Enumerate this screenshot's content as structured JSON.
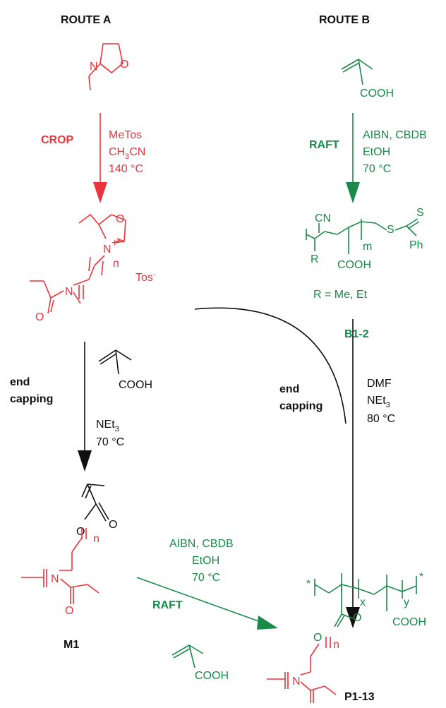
{
  "headers": {
    "route_a": "ROUTE A",
    "route_b": "ROUTE B"
  },
  "colors": {
    "red": "#e8343a",
    "green": "#1a8a4a",
    "black": "#111111"
  },
  "route_a": {
    "step1": {
      "method": "CROP",
      "reagent1": "MeTos",
      "reagent2_main": "CH",
      "reagent2_sub": "3",
      "reagent2_end": "CN",
      "temp": "140 °C"
    },
    "living_polymer": {
      "counterion": "Tos",
      "counterion_sup": "-",
      "repeat": "n",
      "charge": "+"
    },
    "step2": {
      "method_line1": "end",
      "method_line2": "capping",
      "reagent_main": "NEt",
      "reagent_sub": "3",
      "temp": "70 °C",
      "acid": "COOH"
    },
    "macromonomer": {
      "label": "M1",
      "repeat": "n"
    }
  },
  "route_b": {
    "monomer": {
      "acid": "COOH"
    },
    "step1": {
      "method": "RAFT",
      "reagent1": "AIBN, CBDB",
      "reagent2": "EtOH",
      "temp": "70 °C"
    },
    "raft_polymer": {
      "label": "B1-2",
      "r_def": "R = Me, Et",
      "cn": "CN",
      "r": "R",
      "repeat": "m",
      "acid": "COOH",
      "s1": "S",
      "s2": "S",
      "ph": "Ph"
    },
    "step2": {
      "method_line1": "end",
      "method_line2": "capping",
      "reagent1": "DMF",
      "reagent2_main": "NEt",
      "reagent2_sub": "3",
      "temp": "80 °C"
    }
  },
  "combined": {
    "step": {
      "method": "RAFT",
      "reagent1": "AIBN, CBDB",
      "reagent2": "EtOH",
      "temp": "70 °C",
      "acid": "COOH"
    },
    "product": {
      "label": "P1-13",
      "x": "x",
      "y": "y",
      "n": "n",
      "acid": "COOH",
      "star": "*"
    }
  },
  "atoms": {
    "N": "N",
    "O": "O"
  }
}
